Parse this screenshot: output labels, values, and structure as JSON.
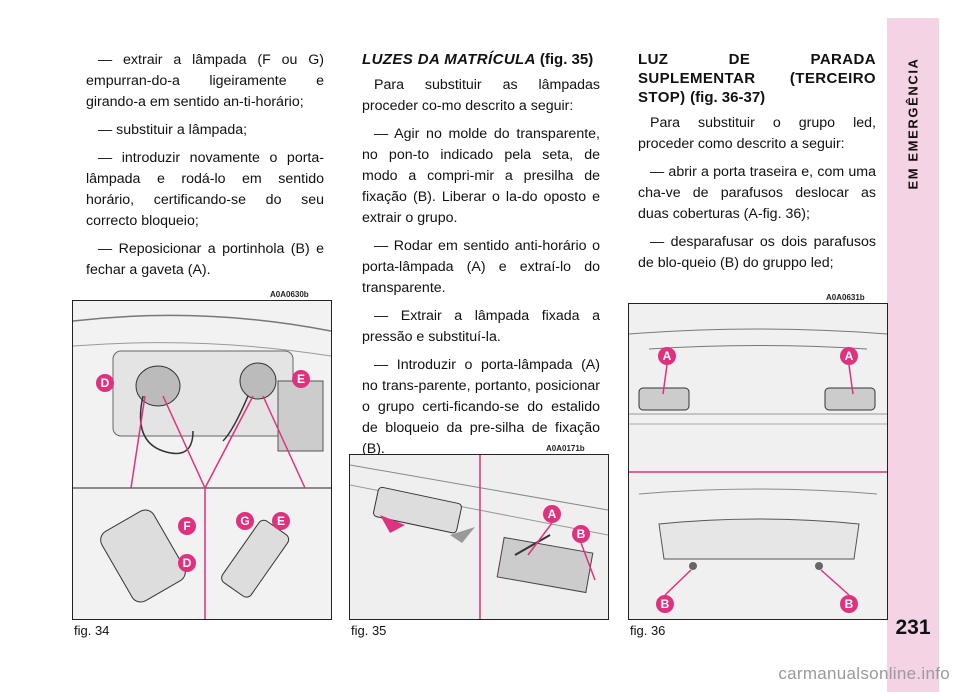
{
  "sidebar": {
    "section_title": "EM EMERGÊNCIA",
    "page_number": "231"
  },
  "col1": {
    "p1": "— extrair a lâmpada (F ou G) empurran-do-a ligeiramente e girando-a em sentido an-ti-horário;",
    "p2": "— substituir a lâmpada;",
    "p3": "— introduzir novamente o porta-lâmpada e rodá-lo em sentido horário, certificando-se do seu correcto bloqueio;",
    "p4": "— Reposicionar a portinhola (B) e fechar a gaveta (A)."
  },
  "col2": {
    "heading": "LUZES DA MATRÍCULA",
    "heading_ref": "(fig. 35)",
    "p1": "Para substituir as lâmpadas proceder co-mo descrito a seguir:",
    "p2": "— Agir no molde do transparente, no pon-to indicado pela seta, de modo a compri-mir a presilha de fixação (B). Liberar o la-do oposto e extrair o grupo.",
    "p3": "— Rodar em sentido anti-horário o porta-lâmpada (A) e extraí-lo do transparente.",
    "p4": "— Extrair a lâmpada fixada a pressão e substituí-la.",
    "p5": "— Introduzir o porta-lâmpada (A) no trans-parente, portanto, posicionar o grupo certi-ficando-se do estalido de bloqueio da pre-silha de fixação (B)."
  },
  "col3": {
    "heading": "LUZ DE PARADA SUPLEMENTAR (TERCEIRO STOP)",
    "heading_ref": "(fig. 36-37)",
    "p1": "Para substituir o grupo led, proceder como descrito a seguir:",
    "p2": "— abrir a porta traseira e, com uma cha-ve de parafusos deslocar as duas coberturas (A-fig. 36);",
    "p3": "— desparafusar os dois parafusos de blo-queio (B) do gruppo led;"
  },
  "figures": {
    "fig34": {
      "code": "A0A0630b",
      "caption": "fig. 34",
      "labels": [
        "D",
        "E",
        "F",
        "G",
        "E",
        "D"
      ]
    },
    "fig35": {
      "code": "A0A0171b",
      "caption": "fig. 35",
      "labels": [
        "A",
        "B"
      ]
    },
    "fig36": {
      "code": "A0A0631b",
      "caption": "fig. 36",
      "labels": [
        "A",
        "A",
        "B",
        "B"
      ]
    }
  },
  "colors": {
    "label_pink": "#e0317e",
    "sidebar": "#f4d3e5"
  },
  "watermark": "carmanualsonline.info"
}
